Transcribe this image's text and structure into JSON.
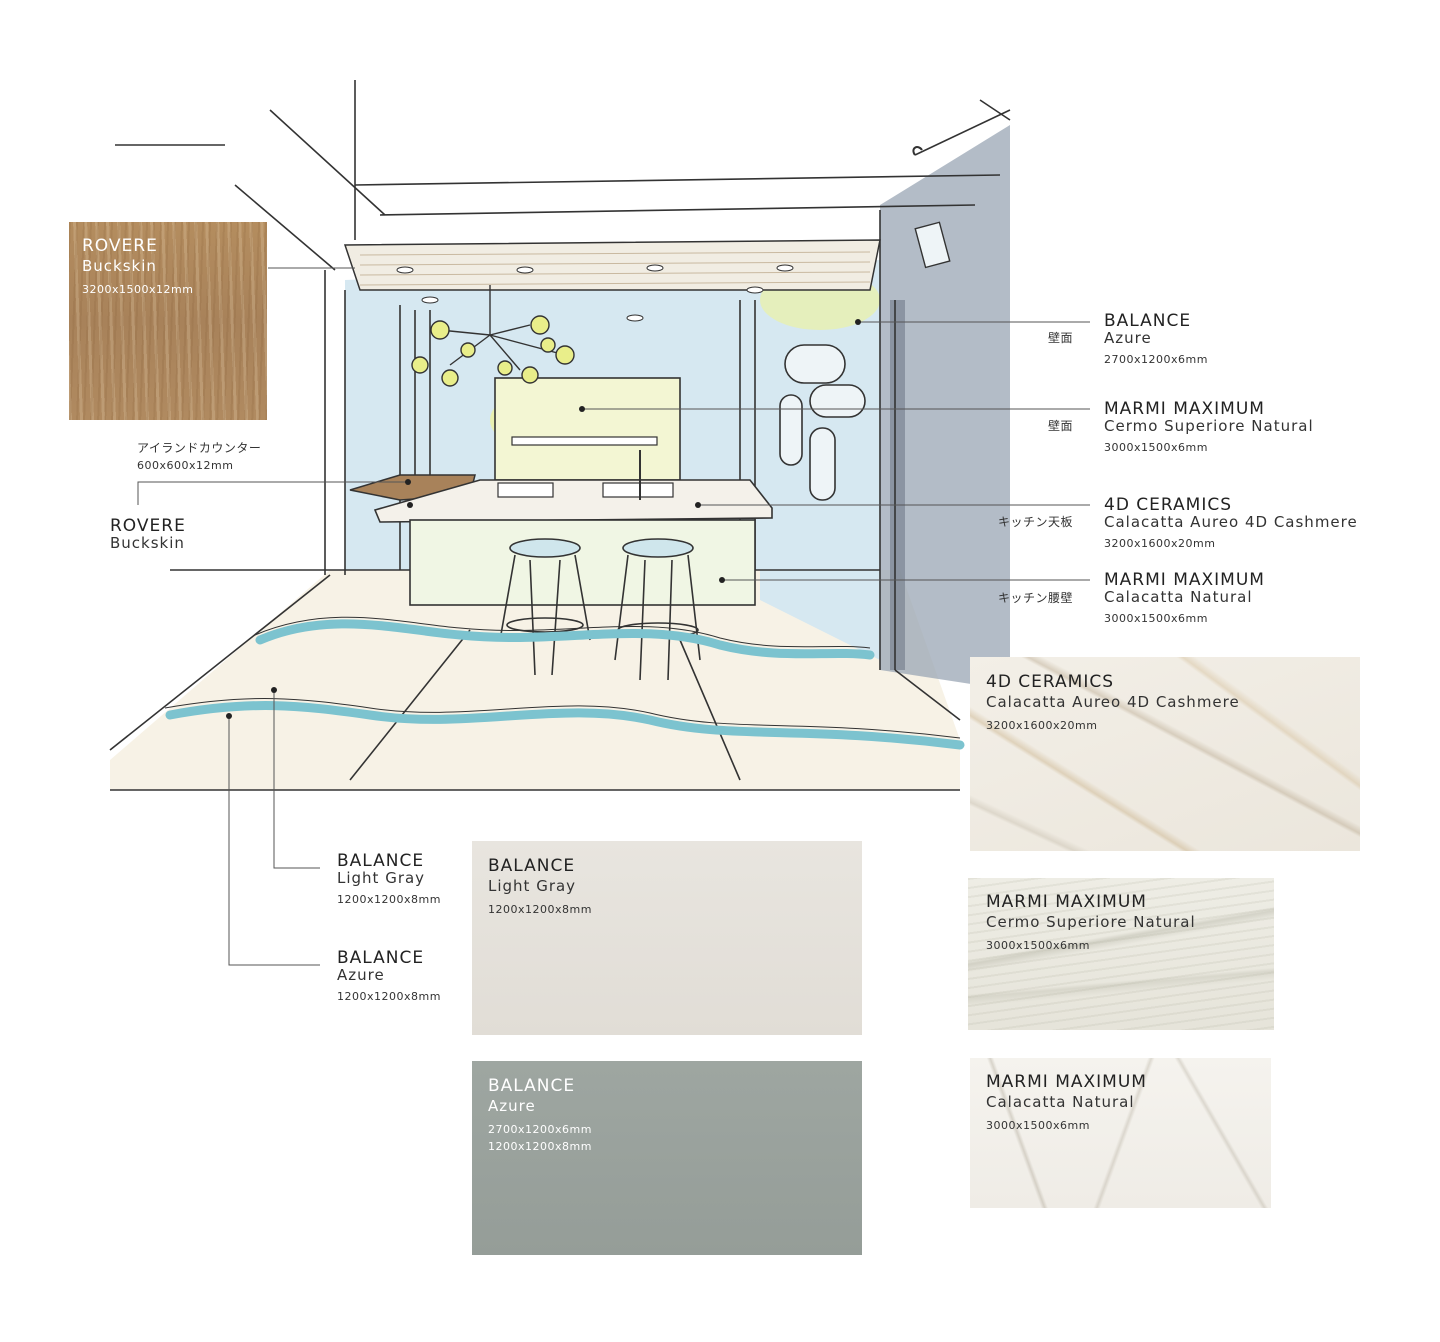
{
  "colors": {
    "wood": "#a8825a",
    "light_gray": "#e4e1da",
    "azure": "#9aa29d",
    "wall_blue": "#cfe3ee",
    "floor_wave": "#7cc3cf",
    "accent_yellow": "#e9ee8a",
    "line": "#333333"
  },
  "callouts": {
    "wall_balance": {
      "jp": "壁面",
      "brand": "BALANCE",
      "name": "Azure",
      "size": "2700x1200x6mm"
    },
    "wall_marmi": {
      "jp": "壁面",
      "brand": "MARMI MAXIMUM",
      "name": "Cermo Superiore Natural",
      "size": "3000x1500x6mm"
    },
    "kitchen_top": {
      "jp": "キッチン天板",
      "brand": "4D CERAMICS",
      "name": "Calacatta Aureo 4D Cashmere",
      "size": "3200x1600x20mm"
    },
    "kitchen_waist": {
      "jp": "キッチン腰壁",
      "brand": "MARMI MAXIMUM",
      "name": "Calacatta Natural",
      "size": "3000x1500x6mm"
    },
    "island": {
      "jp": "アイランドカウンター",
      "size": "600x600x12mm",
      "brand": "ROVERE",
      "name": "Buckskin"
    },
    "floor_light_gray": {
      "brand": "BALANCE",
      "name": "Light Gray",
      "size": "1200x1200x8mm"
    },
    "floor_azure": {
      "brand": "BALANCE",
      "name": "Azure",
      "size": "1200x1200x8mm"
    }
  },
  "swatches": {
    "rovere": {
      "brand": "ROVERE",
      "name": "Buckskin",
      "size": "3200x1500x12mm"
    },
    "light_gray": {
      "brand": "BALANCE",
      "name": "Light Gray",
      "size": "1200x1200x8mm"
    },
    "azure": {
      "brand": "BALANCE",
      "name": "Azure",
      "size1": "2700x1200x6mm",
      "size2": "1200x1200x8mm"
    },
    "calacatta_aureo": {
      "brand": "4D CERAMICS",
      "name": "Calacatta Aureo 4D Cashmere",
      "size": "3200x1600x20mm"
    },
    "cermo": {
      "brand": "MARMI MAXIMUM",
      "name": "Cermo Superiore Natural",
      "size": "3000x1500x6mm"
    },
    "calacatta_natural": {
      "brand": "MARMI MAXIMUM",
      "name": "Calacatta Natural",
      "size": "3000x1500x6mm"
    }
  }
}
